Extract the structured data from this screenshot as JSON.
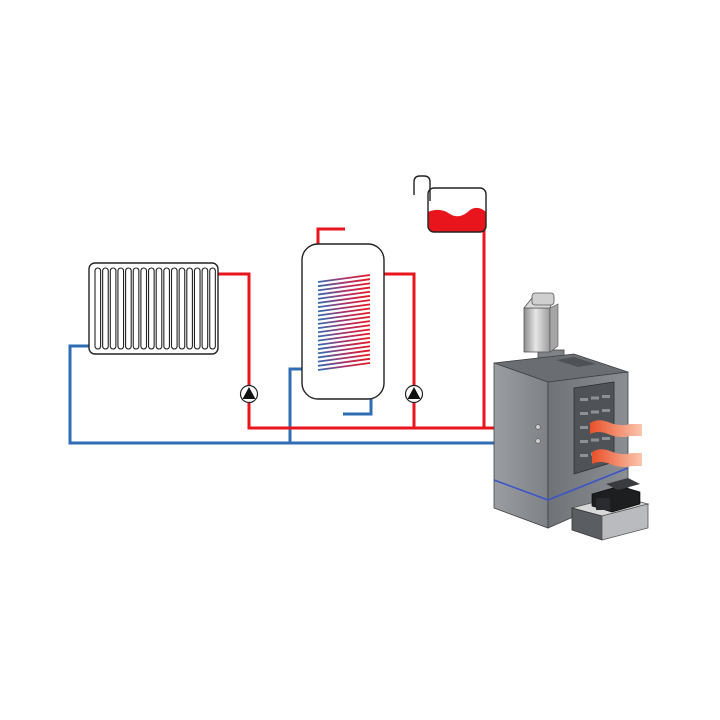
{
  "diagram": {
    "components": [
      {
        "id": "radiator",
        "icon": "radiator-icon"
      },
      {
        "id": "hot-water-cylinder",
        "icon": "coil-tank-icon"
      },
      {
        "id": "expansion-tank",
        "icon": "expansion-vessel-icon"
      },
      {
        "id": "pump-radiator-circuit",
        "icon": "circulation-pump-icon"
      },
      {
        "id": "pump-cylinder-circuit",
        "icon": "circulation-pump-icon"
      },
      {
        "id": "boiler",
        "icon": "boiler-icon"
      },
      {
        "id": "burner",
        "icon": "burner-icon"
      },
      {
        "id": "flue-outlet",
        "icon": "flue-icon"
      }
    ],
    "colors": {
      "flow": "#e8161c",
      "return": "#2f6db5",
      "boiler_body": "#8c8f94",
      "boiler_dark": "#5d6066",
      "heat_waves": "#f06a3a",
      "outline": "#222222"
    }
  }
}
